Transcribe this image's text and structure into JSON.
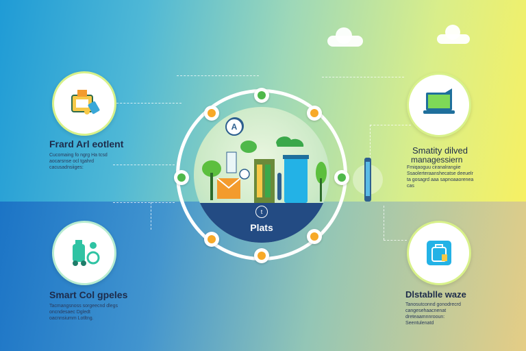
{
  "nodes": {
    "top_left": {
      "title": "Frard Arl eotlent",
      "desc": "Cucomaing fo ngrg Ha tcsd aocarsnse ocl tgahrd cacusadnsiiges:"
    },
    "bottom_left": {
      "title": "Smart Col gpeles",
      "desc": "Tacmangsnoss sorgeecnd dlegs oncndesaec Dgledt oacnnsiumm Lotltng."
    },
    "top_right": {
      "title": "Smatity dilved",
      "title2": "managessiern",
      "desc": "Fmiqaoguu ciranalrangiie Ssaolerteraanshecatse deeuelr ta gosagrd aaa sapnoaaorenea cas"
    },
    "bottom_right": {
      "title": "Dlstablle waze",
      "desc": "Tanosutconnd gonodrecrd cangesehaacnenat dreteaamnnrooun: Seentulenatd"
    }
  },
  "center": {
    "label": "Plats",
    "badge": "A",
    "small": "t"
  },
  "colors": {
    "ring": "#ffffff",
    "node_border": "#d8f18a",
    "inner_base": "#234b83"
  }
}
